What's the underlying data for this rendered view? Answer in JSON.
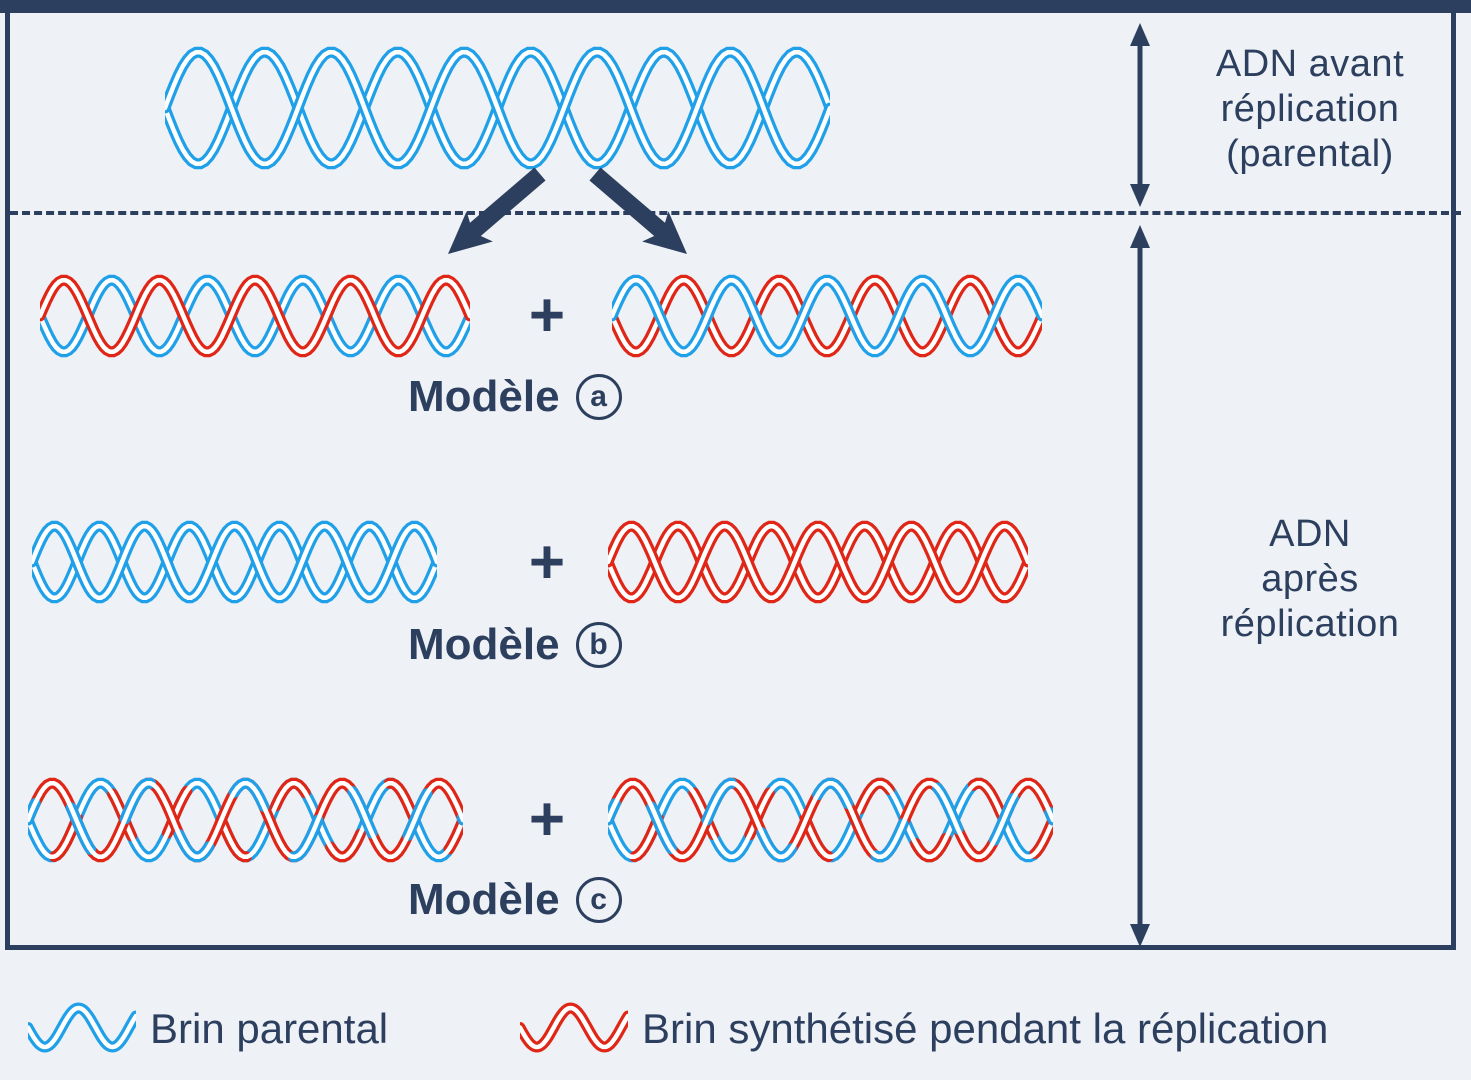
{
  "colors": {
    "ink": "#2d3f5e",
    "parental": "#1fa0e8",
    "new": "#e02617",
    "background": "#eef1f5"
  },
  "right_panel": {
    "before_label_lines": [
      "ADN avant",
      "réplication",
      "(parental)"
    ],
    "after_label_lines": [
      "ADN",
      "après",
      "réplication"
    ]
  },
  "plus_sign": "+",
  "models": [
    {
      "label": "Modèle",
      "letter": "a"
    },
    {
      "label": "Modèle",
      "letter": "b"
    },
    {
      "label": "Modèle",
      "letter": "c"
    }
  ],
  "legend": {
    "items": [
      {
        "label": "Brin parental",
        "color": "parental"
      },
      {
        "label": "Brin synthétisé pendant la réplication",
        "color": "new"
      }
    ]
  },
  "helices": {
    "parental_top": {
      "strands": [
        "parental",
        "parental"
      ],
      "periods": 5,
      "dispersive": false
    },
    "row1_left": {
      "strands": [
        "parental",
        "new"
      ],
      "periods": 4.5,
      "dispersive": false
    },
    "row1_right": {
      "strands": [
        "new",
        "parental"
      ],
      "periods": 4.5,
      "dispersive": false
    },
    "row2_left": {
      "strands": [
        "parental",
        "parental"
      ],
      "periods": 4.5,
      "dispersive": false
    },
    "row2_right": {
      "strands": [
        "new",
        "new"
      ],
      "periods": 4.5,
      "dispersive": false
    },
    "row3_left": {
      "strands": [
        "parental",
        "new"
      ],
      "periods": 4.5,
      "dispersive": true
    },
    "row3_right": {
      "strands": [
        "parental",
        "new"
      ],
      "periods": 4.5,
      "dispersive": true
    },
    "legend_parental": {
      "strands": [
        "parental"
      ],
      "periods": 1.6,
      "dispersive": false
    },
    "legend_new": {
      "strands": [
        "new"
      ],
      "periods": 1.6,
      "dispersive": false
    }
  }
}
